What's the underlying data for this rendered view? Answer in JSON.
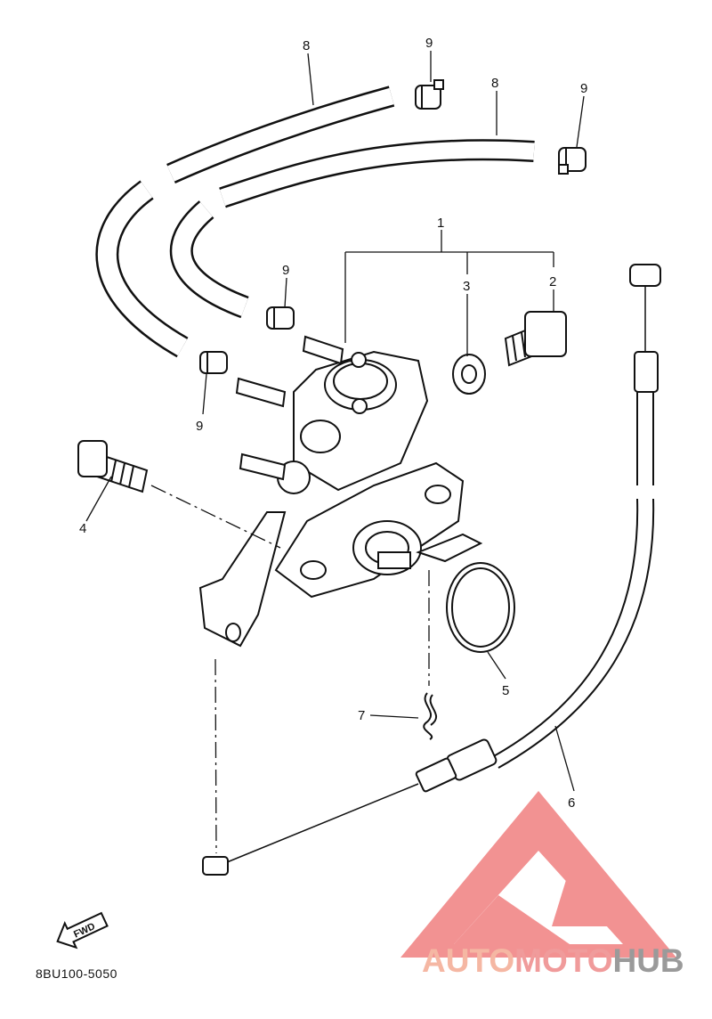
{
  "callouts": {
    "c1": "1",
    "c2": "2",
    "c3": "3",
    "c4": "4",
    "c5": "5",
    "c6": "6",
    "c7": "7",
    "c8a": "8",
    "c8b": "8",
    "c9a": "9",
    "c9b": "9",
    "c9c": "9",
    "c9d": "9"
  },
  "fwd_label": "FWD",
  "reference_code": "8BU100-5050",
  "watermark": {
    "word1": "AUTO",
    "word2": "MOTO",
    "word3": "HUB",
    "colors": {
      "auto": "#f5b7a3",
      "moto": "#f09b9b",
      "hub": "#9a9a9a",
      "logo": "#f07f7f"
    }
  }
}
